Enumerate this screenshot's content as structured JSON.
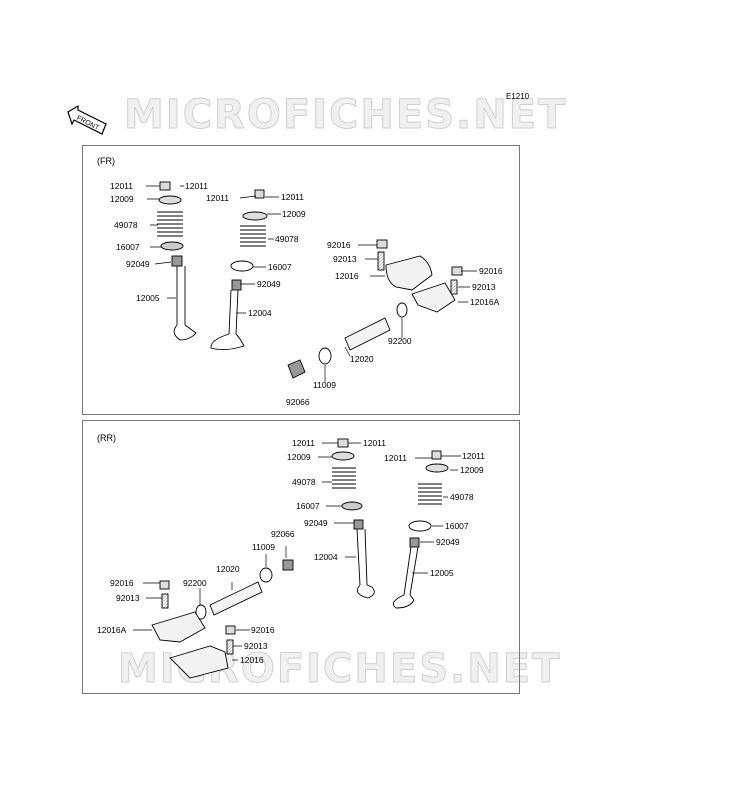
{
  "diagram_code": "E1210",
  "watermark_text": "MICROFICHES.NET",
  "front_label": "FRONT",
  "panels": {
    "fr": {
      "title": "(FR)",
      "labels": [
        "12011",
        "12011",
        "12009",
        "49078",
        "16007",
        "92049",
        "12005",
        "12011",
        "12011",
        "12009",
        "49078",
        "16007",
        "92049",
        "12004",
        "92016",
        "92013",
        "12016",
        "92016",
        "92013",
        "12016A",
        "92200",
        "12020",
        "11009",
        "92066"
      ]
    },
    "rr": {
      "title": "(RR)",
      "labels": [
        "12011",
        "12011",
        "12009",
        "49078",
        "16007",
        "92049",
        "12004",
        "12011",
        "12011",
        "12009",
        "49078",
        "16007",
        "92049",
        "12005",
        "11009",
        "92066",
        "12020",
        "92016",
        "92200",
        "92013",
        "12016A",
        "92016",
        "92013",
        "12016"
      ]
    }
  },
  "colors": {
    "line": "#000000",
    "border": "#777777",
    "watermark": "#cfcfcf"
  }
}
